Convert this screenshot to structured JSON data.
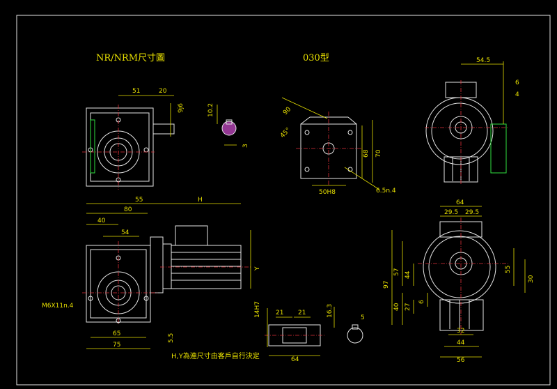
{
  "title_left": "NR/NRM尺寸圖",
  "title_right": "030型",
  "note": "H,Y為連尺寸由客戶自行決定",
  "colors": {
    "background": "#000000",
    "dimension": "#e8e000",
    "outline": "#e6e6e6",
    "centerline": "#e0303a",
    "hidden": "#30e040",
    "shaft": "#d24fd2"
  },
  "view_top_left": {
    "dims": [
      "51",
      "20",
      "9j6"
    ]
  },
  "shaft_key_top": {
    "dims": [
      "10.2",
      "3"
    ]
  },
  "flange_view": {
    "dims": [
      "90",
      "45°",
      "68",
      "70",
      "50H8",
      "6.5n.4"
    ]
  },
  "view_top_right": {
    "dims": [
      "54.5",
      "6",
      "4"
    ]
  },
  "view_bottom_left": {
    "dims": [
      "55",
      "H",
      "80",
      "40",
      "54",
      "Y",
      "M6X11n.4",
      "65",
      "75",
      "5.5"
    ]
  },
  "shaft_bottom": {
    "dims": [
      "14H7",
      "21",
      "21",
      "64",
      "16.3",
      "5"
    ]
  },
  "view_bottom_right": {
    "dims": [
      "64",
      "29.5",
      "29.5",
      "97",
      "57",
      "44",
      "40",
      "27",
      "6",
      "55",
      "30",
      "32",
      "44",
      "56"
    ]
  }
}
